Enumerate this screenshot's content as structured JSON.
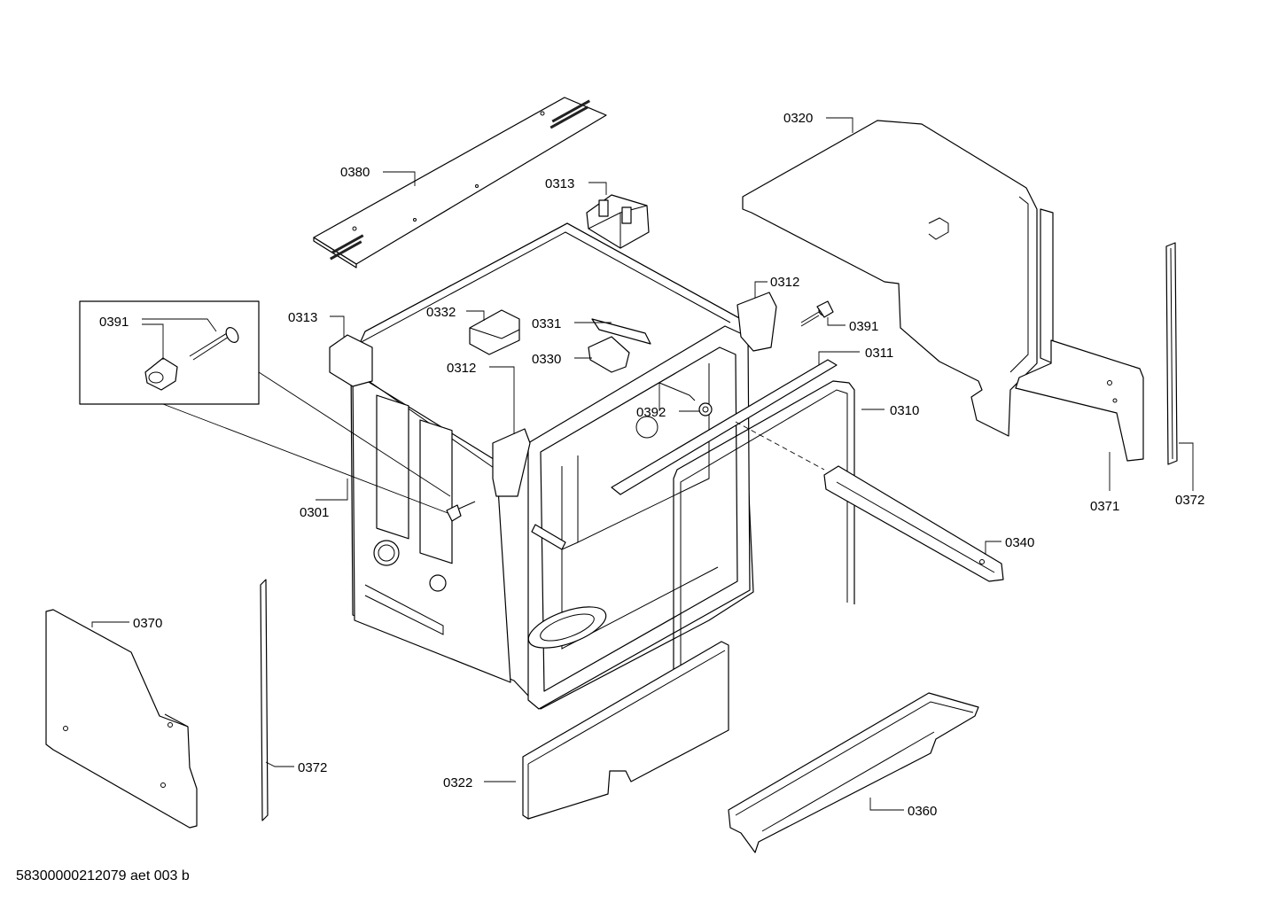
{
  "document_id": "58300000212079 aet 003 b",
  "callouts": [
    {
      "key": "c0380",
      "label": "0380"
    },
    {
      "key": "c0313a",
      "label": "0313"
    },
    {
      "key": "c0320",
      "label": "0320"
    },
    {
      "key": "c0391a",
      "label": "0391"
    },
    {
      "key": "c0313b",
      "label": "0313"
    },
    {
      "key": "c0332",
      "label": "0332"
    },
    {
      "key": "c0331",
      "label": "0331"
    },
    {
      "key": "c0330",
      "label": "0330"
    },
    {
      "key": "c0312a",
      "label": "0312"
    },
    {
      "key": "c0312b",
      "label": "0312"
    },
    {
      "key": "c0391b",
      "label": "0391"
    },
    {
      "key": "c0311",
      "label": "0311"
    },
    {
      "key": "c0392",
      "label": "0392"
    },
    {
      "key": "c0310",
      "label": "0310"
    },
    {
      "key": "c0301",
      "label": "0301"
    },
    {
      "key": "c0371",
      "label": "0371"
    },
    {
      "key": "c0372a",
      "label": "0372"
    },
    {
      "key": "c0340",
      "label": "0340"
    },
    {
      "key": "c0370",
      "label": "0370"
    },
    {
      "key": "c0372b",
      "label": "0372"
    },
    {
      "key": "c0322",
      "label": "0322"
    },
    {
      "key": "c0360",
      "label": "0360"
    }
  ]
}
